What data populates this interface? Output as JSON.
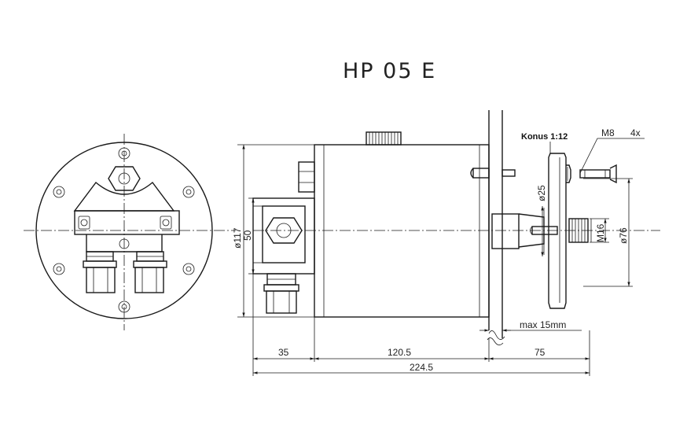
{
  "title": "HP 05 E",
  "labels": {
    "konus": "Konus 1:12",
    "bolt_thread": "M8",
    "bolt_count": "4x",
    "shaft_dia": "ø25",
    "thread_m16": "M16",
    "dia_76": "ø76",
    "dia_117": "ø117",
    "height_50": "50",
    "max_travel": "max 15mm"
  },
  "dimensions": {
    "d35": "35",
    "d120_5": "120.5",
    "d75": "75",
    "total": "224.5"
  }
}
